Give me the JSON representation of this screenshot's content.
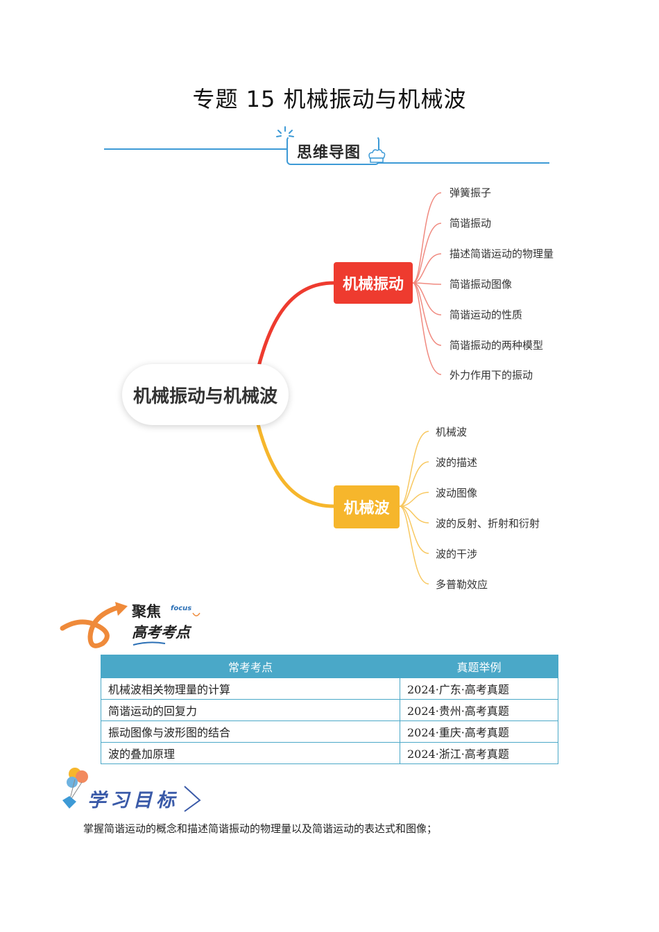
{
  "page": {
    "title": "专题 15    机械振动与机械波"
  },
  "banner": {
    "label": "思维导图"
  },
  "mindmap": {
    "center": "机械振动与机械波",
    "branches": [
      {
        "label": "机械振动",
        "color": "#ee3b2f",
        "children": [
          "弹簧振子",
          "简谐振动",
          "描述简谐运动的物理量",
          "简谐振动图像",
          "简谐运动的性质",
          "简谐振动的两种模型",
          "外力作用下的振动"
        ]
      },
      {
        "label": "机械波",
        "color": "#f6b62c",
        "children": [
          "机械波",
          "波的描述",
          "波动图像",
          "波的反射、折射和衍射",
          "波的干涉",
          "多普勒效应"
        ]
      }
    ]
  },
  "focus": {
    "line1": "聚焦",
    "en": "focus",
    "line2": "高考考点"
  },
  "exam_table": {
    "headers": [
      "常考考点",
      "真题举例"
    ],
    "rows": [
      [
        "机械波相关物理量的计算",
        "2024·广东·高考真题"
      ],
      [
        "简谐运动的回复力",
        "2024·贵州·高考真题"
      ],
      [
        "振动图像与波形图的结合",
        "2024·重庆·高考真题"
      ],
      [
        "波的叠加原理",
        "2024·浙江·高考真题"
      ]
    ]
  },
  "goal": {
    "heading": "学习目标",
    "text": "掌握简谐运动的概念和描述简谐振动的物理量以及简谐运动的表达式和图像；"
  }
}
